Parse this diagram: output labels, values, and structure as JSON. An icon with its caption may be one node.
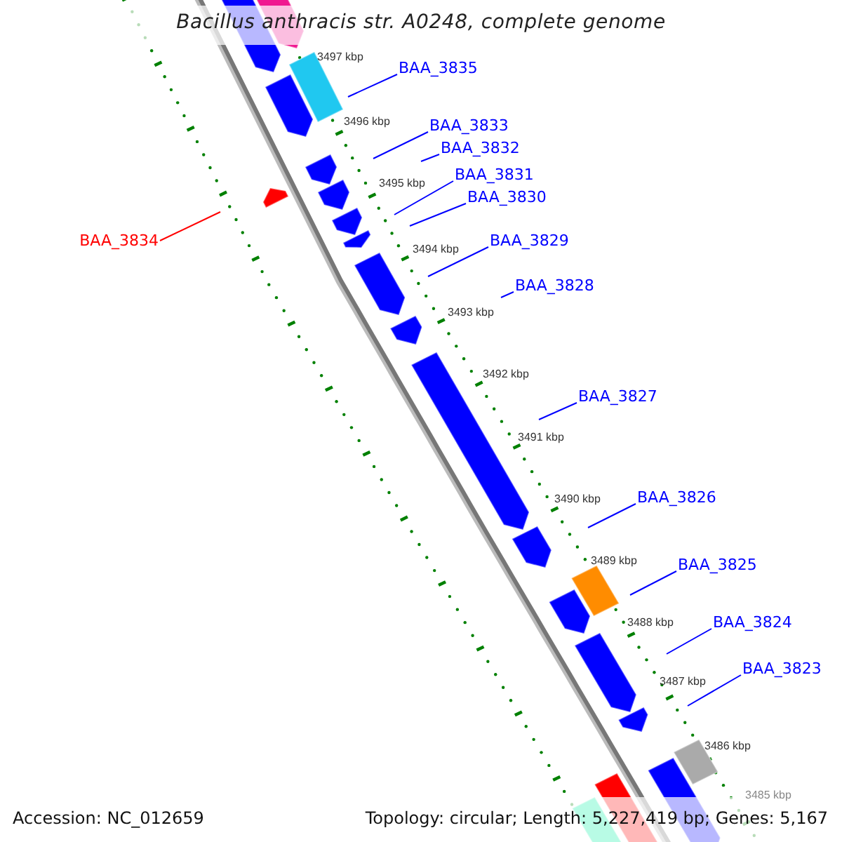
{
  "diagram": {
    "title": "Bacillus anthracis str. A0248, complete genome",
    "nodes": [
      {
        "text": [
          "BAA_3835"
        ]
      },
      {
        "text": [
          "BAA_3833"
        ]
      },
      {
        "text": [
          "BAA_3832"
        ]
      },
      {
        "text": [
          "BAA_3831"
        ]
      },
      {
        "text": [
          "BAA_3830"
        ]
      },
      {
        "text": [
          "BAA_3834"
        ]
      },
      {
        "text": [
          "BAA_3829"
        ]
      },
      {
        "text": [
          "BAA_3828"
        ]
      },
      {
        "text": [
          "BAA_3827"
        ]
      },
      {
        "text": [
          "BAA_3826"
        ]
      },
      {
        "text": [
          "BAA_3825"
        ]
      },
      {
        "text": [
          "BAA_3824"
        ]
      },
      {
        "text": [
          "BAA_3823"
        ]
      }
    ],
    "edges": [
      {
        "from": 0,
        "to": null,
        "arrow": "none"
      },
      {
        "from": 1,
        "to": null,
        "arrow": "none"
      },
      {
        "from": 2,
        "to": null,
        "arrow": "none"
      },
      {
        "from": 3,
        "to": null,
        "arrow": "none"
      },
      {
        "from": 4,
        "to": null,
        "arrow": "none"
      },
      {
        "from": 5,
        "to": null,
        "arrow": "none",
        "color": "#ff0000"
      },
      {
        "from": 6,
        "to": null,
        "arrow": "none"
      },
      {
        "from": 7,
        "to": null,
        "arrow": "none"
      },
      {
        "from": 8,
        "to": null,
        "arrow": "none"
      },
      {
        "from": 9,
        "to": null,
        "arrow": "none"
      },
      {
        "from": 10,
        "to": null,
        "arrow": "none"
      },
      {
        "from": 11,
        "to": null,
        "arrow": "none"
      },
      {
        "from": 12,
        "to": null,
        "arrow": "none"
      }
    ],
    "labels": [
      "3497 kbp",
      "3496 kbp",
      "3495 kbp",
      "3494 kbp",
      "3493 kbp",
      "3492 kbp",
      "3491 kbp",
      "3490 kbp",
      "3489 kbp",
      "3488 kbp",
      "3487 kbp",
      "3486 kbp",
      "3485 kbp",
      "Accession: NC_012659",
      "Topology: circular; Length: 5,227,419 bp; Genes: 5,167"
    ]
  }
}
